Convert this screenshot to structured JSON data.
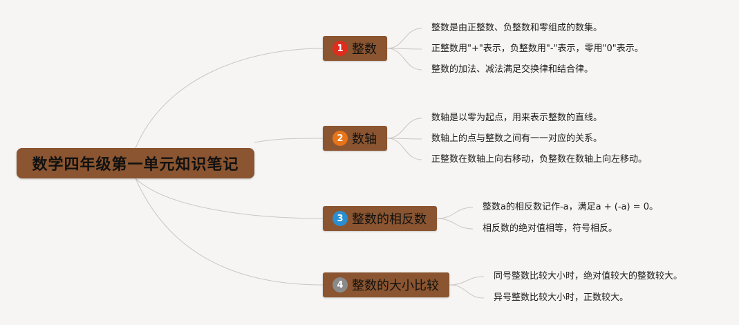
{
  "root": {
    "title": "数学四年级第一单元知识笔记"
  },
  "topics": [
    {
      "number": "1",
      "marker_color": "#e02c1d",
      "label": "整数",
      "notes": [
        "整数是由正整数、负整数和零组成的数集。",
        "正整数用\"+\"表示，负整数用\"-\"表示，零用\"0\"表示。",
        "整数的加法、减法满足交换律和结合律。"
      ]
    },
    {
      "number": "2",
      "marker_color": "#e8741a",
      "label": "数轴",
      "notes": [
        "数轴是以零为起点，用来表示整数的直线。",
        "数轴上的点与整数之间有一一对应的关系。",
        "正整数在数轴上向右移动，负整数在数轴上向左移动。"
      ]
    },
    {
      "number": "3",
      "marker_color": "#2a8fd0",
      "label": "整数的相反数",
      "notes": [
        "整数a的相反数记作-a，满足a + (-a) = 0。",
        "相反数的绝对值相等，符号相反。"
      ]
    },
    {
      "number": "4",
      "marker_color": "#8a8a8a",
      "label": "整数的大小比较",
      "notes": [
        "同号整数比较大小时，绝对值较大的整数较大。",
        "异号整数比较大小时，正数较大。"
      ]
    }
  ],
  "colors": {
    "node_fill": "#8a5530",
    "connector": "#c9c6c2",
    "background": "#f7f5f3"
  }
}
